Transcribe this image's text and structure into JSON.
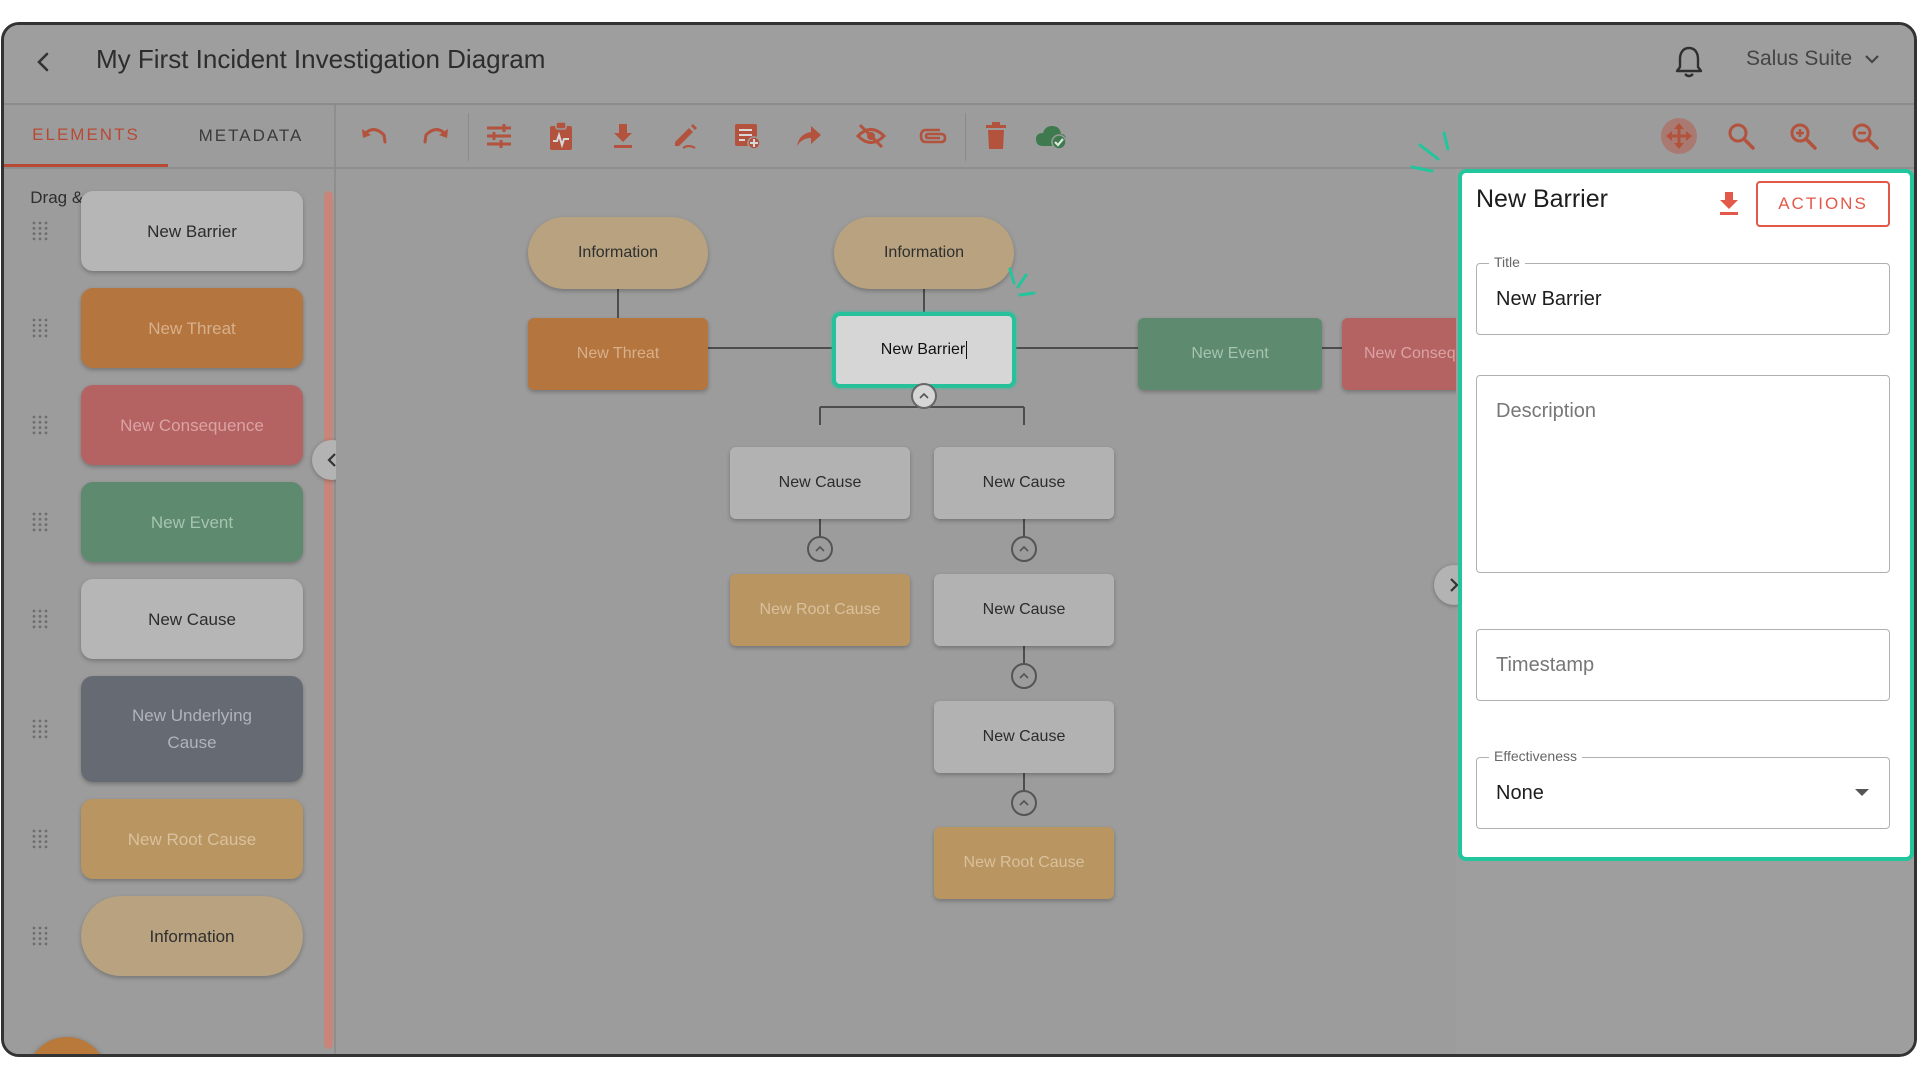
{
  "header": {
    "title": "My First Incident Investigation Diagram",
    "user_menu": "Salus Suite"
  },
  "left_panel": {
    "tabs": [
      "ELEMENTS",
      "METADATA"
    ],
    "active_tab": "ELEMENTS",
    "hint": "Drag & Drop to add elements to the diagram",
    "palette": [
      {
        "label": "New Barrier",
        "color": "#b6b6b6",
        "text_color": "#2c2c2c"
      },
      {
        "label": "New Threat",
        "color": "#b5753e",
        "text_color": "#d7b08c"
      },
      {
        "label": "New Consequence",
        "color": "#b56262",
        "text_color": "#dba3a3"
      },
      {
        "label": "New Event",
        "color": "#5e8a6f",
        "text_color": "#a6c4b1"
      },
      {
        "label": "New Cause",
        "color": "#b6b6b6",
        "text_color": "#2c2c2c"
      },
      {
        "label": "New Underlying Cause",
        "color": "#666a73",
        "text_color": "#b0b3ba"
      },
      {
        "label": "New Root Cause",
        "color": "#b99561",
        "text_color": "#d9c19d"
      },
      {
        "label": "Information",
        "color": "#b8a27f",
        "text_color": "#2f2f2f"
      }
    ]
  },
  "toolbar": {
    "icons": [
      "undo-icon",
      "redo-icon",
      "tune-icon",
      "report-icon",
      "download-icon",
      "edit-icon",
      "note-add-icon",
      "share-icon",
      "visibility-off-icon",
      "attachment-icon",
      "delete-icon",
      "cloud-done-icon",
      "move-icon",
      "search-icon",
      "zoom-in-icon",
      "zoom-out-icon"
    ]
  },
  "diagram": {
    "info_1": "Information",
    "info_2": "Information",
    "threat": "New Threat",
    "barrier": "New Barrier",
    "event": "New Event",
    "consequence": "New Conseq",
    "cause_1": "New Cause",
    "cause_2": "New Cause",
    "cause_3": "New Cause",
    "cause_4": "New Cause",
    "root_cause_1": "New Root Cause",
    "root_cause_2": "New Root Cause"
  },
  "properties": {
    "title": "New Barrier",
    "actions_label": "ACTIONS",
    "fields": {
      "title_label": "Title",
      "title_value": "New Barrier",
      "description_placeholder": "Description",
      "timestamp_placeholder": "Timestamp",
      "effectiveness_label": "Effectiveness",
      "effectiveness_value": "None"
    }
  },
  "colors": {
    "accent_green": "#22c59c",
    "accent_red": "#e2594a",
    "tab_active": "#b84a35"
  }
}
